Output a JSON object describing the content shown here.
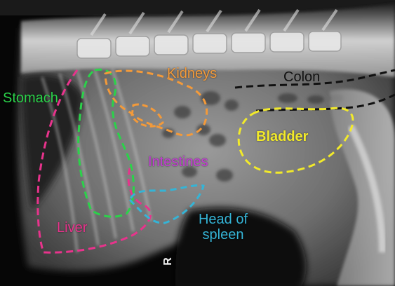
{
  "labels": {
    "stomach": "Stomach",
    "kidneys": "Kidneys",
    "colon": "Colon",
    "bladder": "Bladder",
    "intestines": "Intestines",
    "liver": "Liver",
    "spleen": "Head of spleen"
  },
  "marker": "R",
  "colors": {
    "stomach": "#2bd24a",
    "kidneys": "#f39a3a",
    "colon": "#111111",
    "bladder": "#f2ea2a",
    "intestines": "#c53ad6",
    "liver": "#e8338c",
    "spleen": "#35b4d6"
  }
}
